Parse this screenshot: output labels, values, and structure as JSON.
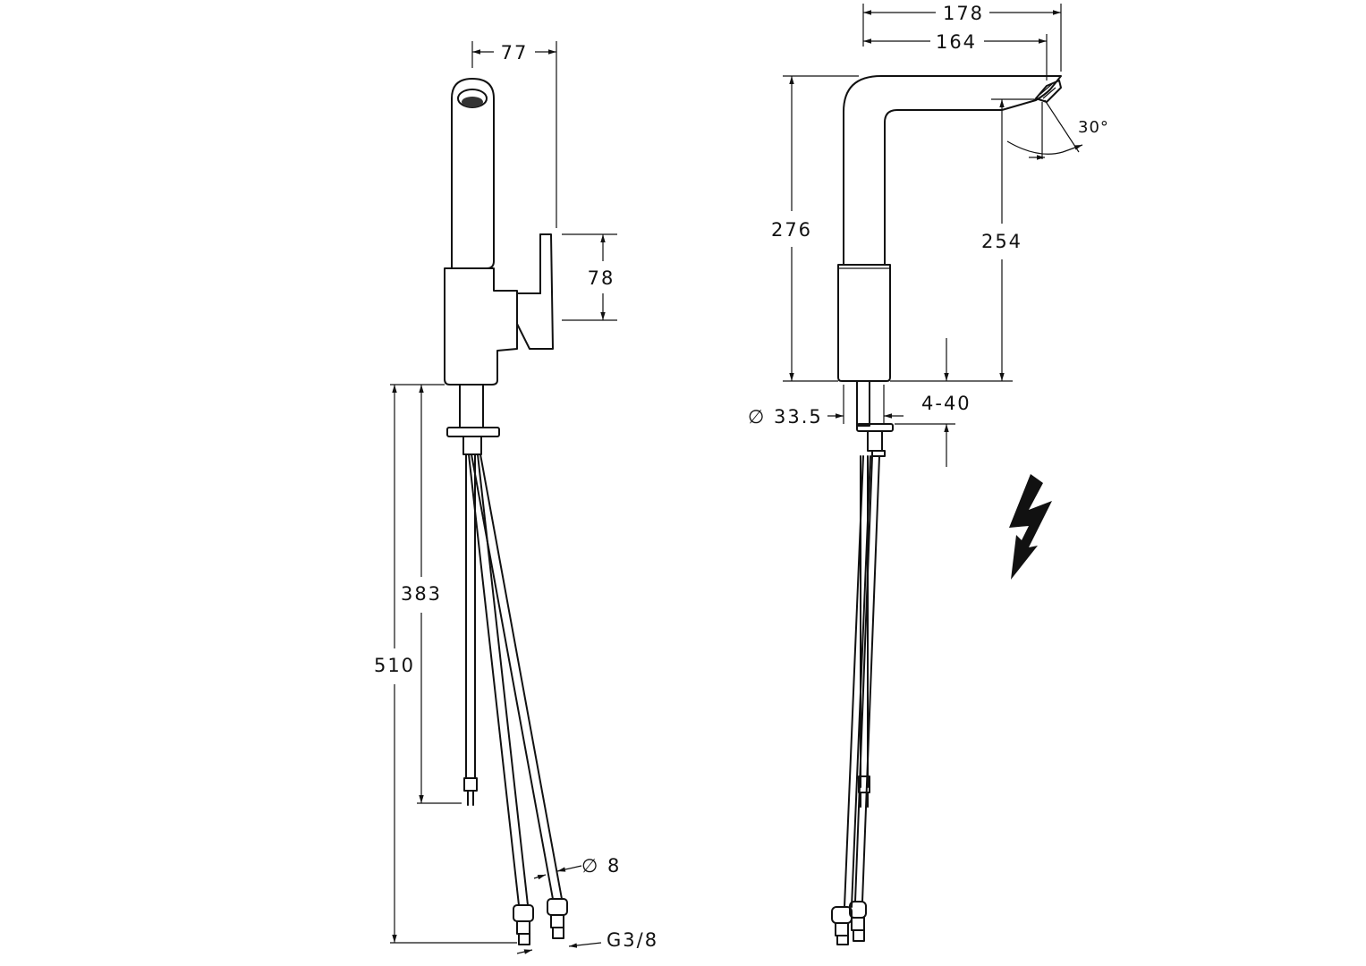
{
  "side_view": {
    "dims": {
      "width_top": "77",
      "lever_height": "78",
      "hose_short": "383",
      "hose_long": "510",
      "hose_diameter": "∅ 8",
      "thread": "G3/8"
    }
  },
  "front_view": {
    "dims": {
      "overall_width": "178",
      "spout_reach": "164",
      "spout_angle": "30°",
      "overall_height": "276",
      "outlet_height": "254",
      "hole_diameter": "∅ 33.5",
      "deck_thickness": "4-40"
    }
  },
  "symbols": {
    "electrical_symbol": "lightning-bolt-icon"
  }
}
